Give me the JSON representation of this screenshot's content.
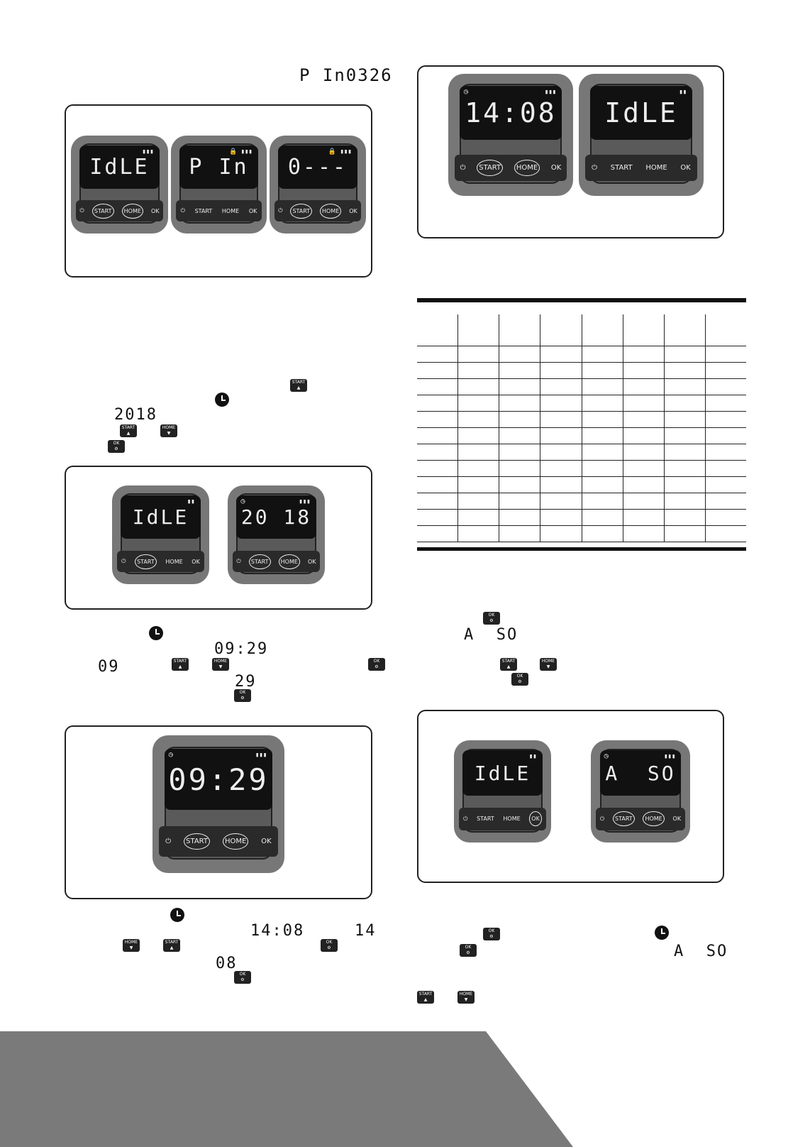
{
  "texts": {
    "pin_code": "P In0326",
    "year": "2018",
    "time_0929": "09:29",
    "hours_09": "09",
    "minutes_29": "29",
    "time_1408": "14:08",
    "hours_14": "14",
    "minutes_08": "08",
    "a_so_1": "A  SO",
    "a_so_2": "A  SO"
  },
  "devices": {
    "fig1_a": {
      "display": "IdLE",
      "status": "▮▮▮"
    },
    "fig1_b": {
      "display": "P In",
      "status": "🔒 ▮▮▮"
    },
    "fig1_c": {
      "display": "0---",
      "status": "🔒 ▮▮▮"
    },
    "fig2_a": {
      "display": "IdLE",
      "status": "▮▮"
    },
    "fig2_b": {
      "display": "20 18",
      "status": "▮▮▮"
    },
    "fig3_a": {
      "display": "09:29",
      "status": "▮▮▮"
    },
    "fig4_a": {
      "display": "14:08",
      "status": "▮▮▮"
    },
    "fig4_b": {
      "display": "IdLE",
      "status": "▮▮"
    },
    "fig5_a": {
      "display": "IdLE",
      "status": "▮▮"
    },
    "fig5_b": {
      "display": "A  SO",
      "status": "▮▮▮"
    }
  },
  "keys": {
    "start": "START",
    "home": "HOME",
    "ok": "OK"
  },
  "icons": {
    "clock": "clock-icon",
    "power": "power-icon",
    "lock": "lock-icon",
    "battery": "battery-icon"
  }
}
